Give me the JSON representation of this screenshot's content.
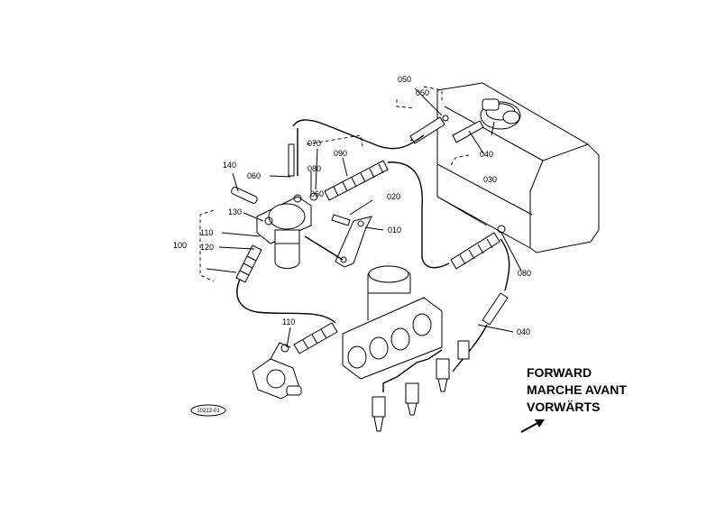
{
  "callouts": {
    "c010": "010",
    "c020": "020",
    "c030": "030",
    "c040a": "040",
    "c040b": "040",
    "c050a": "050",
    "c050b": "050",
    "c060a": "060",
    "c060b": "060",
    "c070": "070",
    "c080a": "080",
    "c080b": "080",
    "c090": "090",
    "c100": "100",
    "c110a": "110",
    "c110b": "110",
    "c120": "120",
    "c130": "130",
    "c140": "140"
  },
  "direction": {
    "line1": "FORWARD",
    "line2": "MARCHE AVANT",
    "line3": "VORWÄRTS",
    "arrow_icon": "arrow-up-right-icon"
  },
  "drawing_ref": "10212-01"
}
